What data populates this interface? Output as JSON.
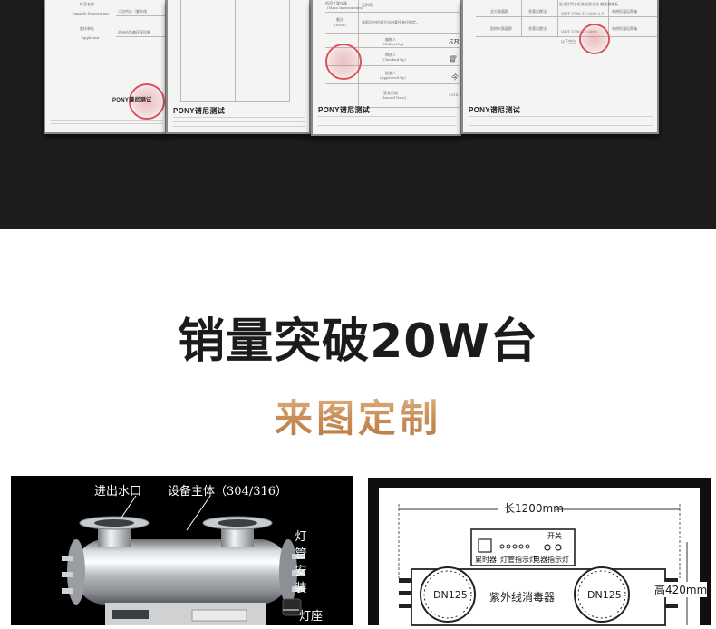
{
  "certificates": [
    {
      "logo": "PONY谱尼测试",
      "fields": [
        "样品名称",
        "Sample Description",
        "委托单位",
        "Applicant"
      ],
      "values": [
        "二次供水（紫外线",
        "沧州市净森环保设备"
      ]
    },
    {
      "logo": "PONY谱尼测试",
      "fields": [],
      "values": []
    },
    {
      "logo": "PONY谱尼测试",
      "fields": [
        "所用主要仪器",
        "(Main Instruments)",
        "备注",
        "(Note)",
        "编制人",
        "(Edited by)",
        "审核人",
        "(Checked by)",
        "批准人",
        "(Approved by)",
        "签发日期",
        "(Issued Date)"
      ],
      "values": [
        "见附表",
        "该报告中检测方法由委托单位指定。",
        "2018.0"
      ]
    },
    {
      "logo": "PONY谱尼测试",
      "fields": [
        "总大肠菌群",
        "耐热大肠菌群"
      ],
      "values": [
        "多管发酵法",
        "生活饮用水标准检验方法 微生物指标",
        "GB/T 5750.12-2006 2.1",
        "GB/T 5750.12-2006",
        "电热恒温培养箱",
        "以下空白"
      ]
    }
  ],
  "headline": "销量突破20W台",
  "subheadline": "来图定制",
  "product_photo": {
    "labels": {
      "inlet_outlet": "进出水口",
      "main_body": "设备主体（304/316）",
      "lamp_install": "灯管安装",
      "lamp_base": "灯座"
    }
  },
  "drawing": {
    "length": "长1200mm",
    "height": "高420mm",
    "lamp_indicator": "灯管指示灯",
    "timer": "累时器",
    "power_indicator": "电器指示灯",
    "switch": "开关",
    "left_flange": "DN125",
    "right_flange": "DN125",
    "device_name": "紫外线消毒器"
  },
  "colors": {
    "top_band": "#1d1d1d",
    "headline": "#1b1b1b",
    "subheadline_gold": "#c98e57",
    "seal_red": "#e0505a"
  }
}
